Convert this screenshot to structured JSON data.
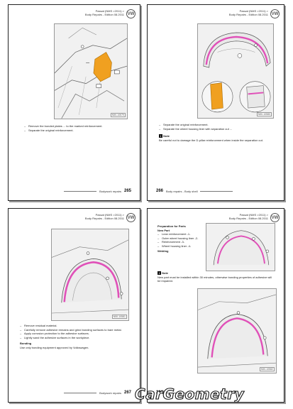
{
  "header": {
    "line1": "Passat (NMS >2011) >",
    "line2": "Body Repairs - Edition 08.2011",
    "brand_icon": "vw-logo-icon"
  },
  "pages": [
    {
      "number": "265",
      "footer_text": "Bodywork repairs",
      "figure_code": "N50-10579",
      "steps": [
        "Remove the bonded plates ... to the marked reinforcement.",
        "Separate the original reinforcement."
      ],
      "note": null
    },
    {
      "number": "266",
      "footer_text": "Body repairs - Body shell",
      "figure_code": "N50-10580",
      "steps": [
        "Separate the original reinforcement.",
        "Separate the wheel housing liner with separation cut ..."
      ],
      "note": {
        "label": "Note",
        "text": "Be careful not to damage the D-pillar reinforcement when inside the separation cut."
      }
    },
    {
      "number": "267",
      "footer_text": "Bodywork repairs",
      "figure_code": "N50-10581",
      "steps": [
        "Remove residual material.",
        "Carefully remove adhesive remains and grind bonding surfaces to bare metal.",
        "Apply corrosion protection to the adhesive surfaces.",
        "Lightly sand the adhesive surfaces in the workpiece."
      ],
      "note": {
        "label": "Bonding",
        "text": "Use only bonding equipment approved by Volkswagen."
      }
    },
    {
      "number": "268",
      "footer_text": "",
      "figure_code": "N50-10582",
      "sections": [
        {
          "title": "Preparation for Parts",
          "subtitle": "New Part",
          "items": [
            "Lean reinforcement -1-",
            "Outer wheel housing liner -2-",
            "Reinforcement -3-",
            "Wheel housing liner -4-"
          ]
        },
        {
          "title": "Welding",
          "items": []
        }
      ],
      "steps": [],
      "note": {
        "label": "Note",
        "text": "New part must be installed within 30 minutes, otherwise bonding properties of adhesive will be impaired."
      }
    }
  ],
  "watermark": "CarGeometry",
  "colors": {
    "highlight_orange": "#f0a020",
    "highlight_pink": "#e050b8",
    "line": "#555555"
  }
}
